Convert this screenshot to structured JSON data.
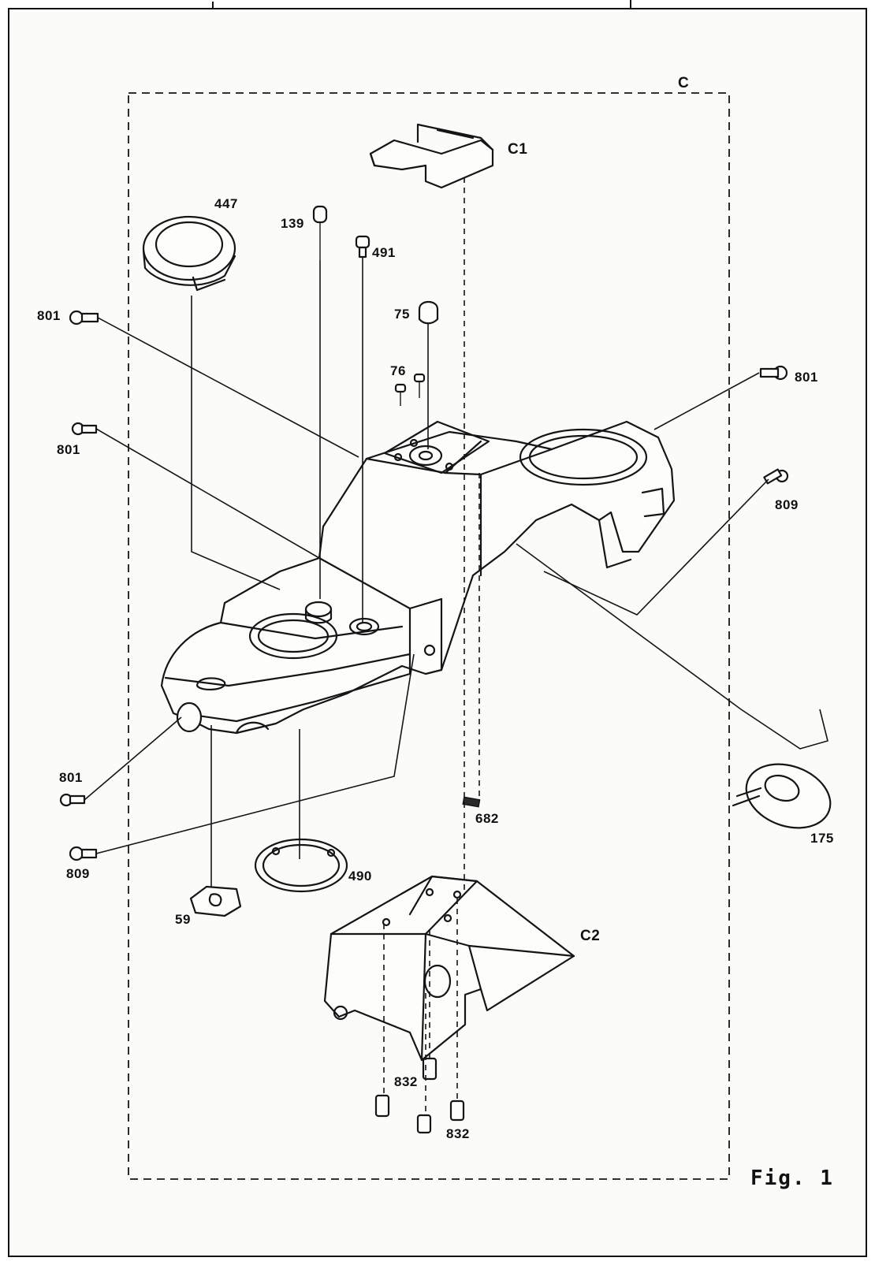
{
  "figure_label": "Fig. 1",
  "group_label": "C",
  "subgroups": {
    "c1": "C1",
    "c2": "C2"
  },
  "parts": [
    {
      "id": "p447",
      "label": "447"
    },
    {
      "id": "p139",
      "label": "139"
    },
    {
      "id": "p491",
      "label": "491"
    },
    {
      "id": "p75",
      "label": "75"
    },
    {
      "id": "p76",
      "label": "76"
    },
    {
      "id": "p801a",
      "label": "801"
    },
    {
      "id": "p801b",
      "label": "801"
    },
    {
      "id": "p801c",
      "label": "801"
    },
    {
      "id": "p801d",
      "label": "801"
    },
    {
      "id": "p809a",
      "label": "809"
    },
    {
      "id": "p809b",
      "label": "809"
    },
    {
      "id": "p682",
      "label": "682"
    },
    {
      "id": "p175",
      "label": "175"
    },
    {
      "id": "p490",
      "label": "490"
    },
    {
      "id": "p59",
      "label": "59"
    },
    {
      "id": "p832a",
      "label": "832"
    },
    {
      "id": "p832b",
      "label": "832"
    }
  ]
}
